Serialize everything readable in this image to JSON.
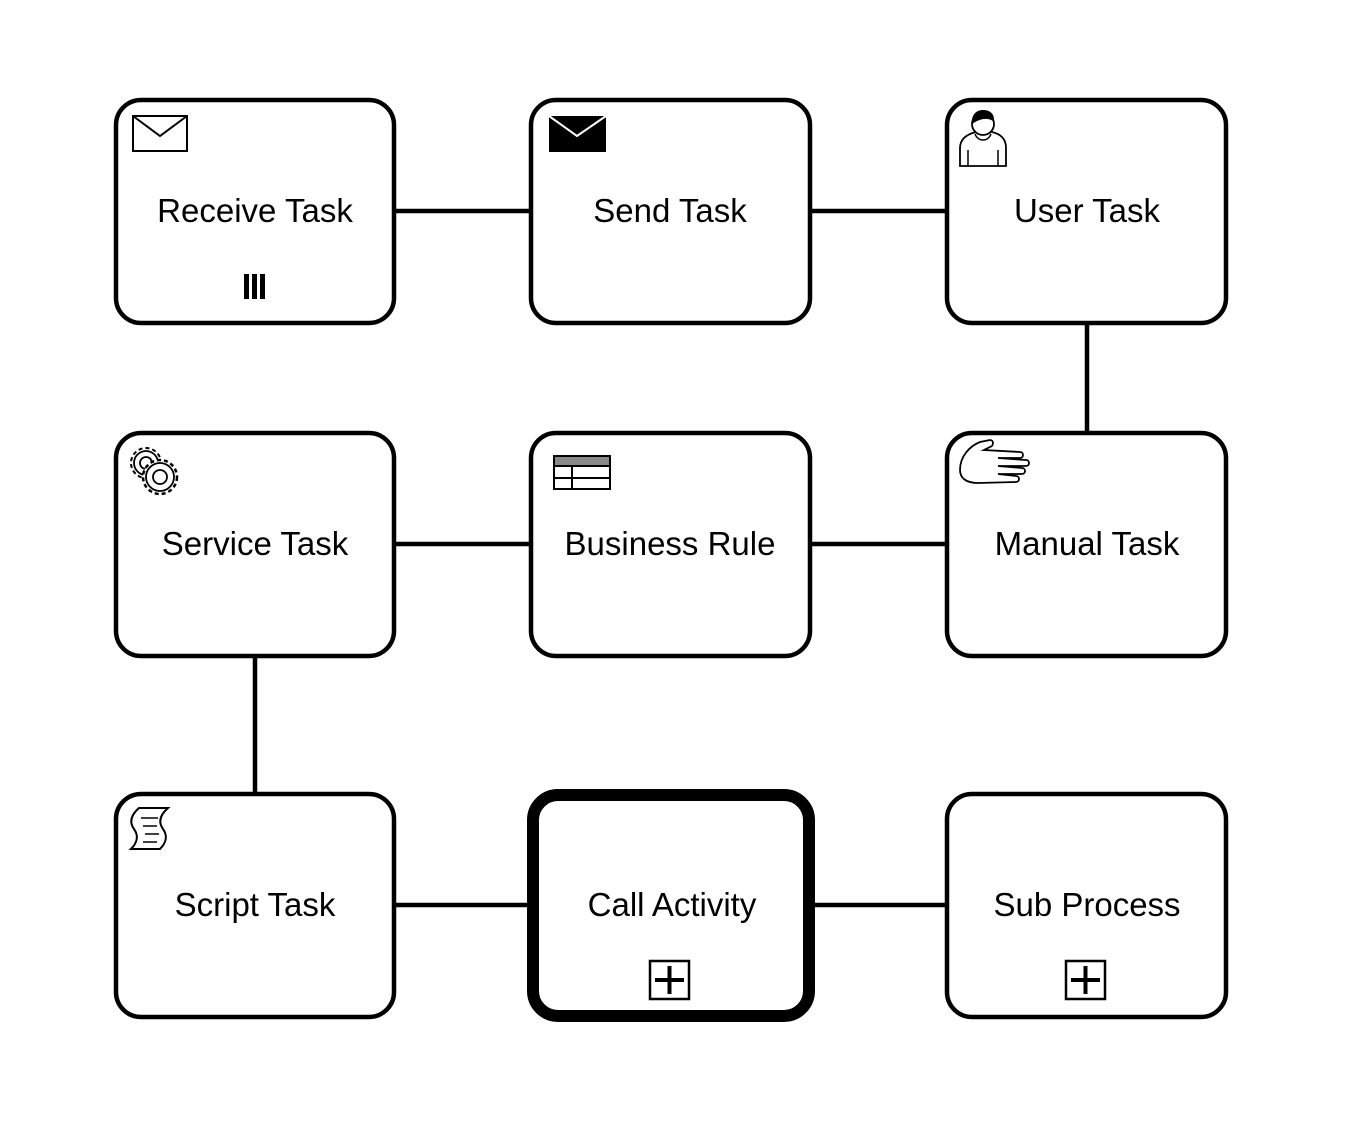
{
  "diagram": {
    "tasks": [
      {
        "id": "receive",
        "label": "Receive Task",
        "icon": "envelope-open-icon",
        "marker": "parallel-multi-instance-icon"
      },
      {
        "id": "send",
        "label": "Send Task",
        "icon": "envelope-filled-icon"
      },
      {
        "id": "user",
        "label": "User Task",
        "icon": "user-icon"
      },
      {
        "id": "service",
        "label": "Service Task",
        "icon": "gears-icon"
      },
      {
        "id": "business",
        "label": "Business Rule",
        "icon": "table-icon"
      },
      {
        "id": "manual",
        "label": "Manual Task",
        "icon": "hand-icon"
      },
      {
        "id": "script",
        "label": "Script Task",
        "icon": "script-icon"
      },
      {
        "id": "call",
        "label": "Call Activity",
        "marker": "collapsed-subprocess-icon"
      },
      {
        "id": "sub",
        "label": "Sub Process",
        "marker": "collapsed-subprocess-icon"
      }
    ],
    "connections": [
      [
        "receive",
        "send"
      ],
      [
        "send",
        "user"
      ],
      [
        "user",
        "manual"
      ],
      [
        "manual",
        "business"
      ],
      [
        "business",
        "service"
      ],
      [
        "service",
        "script"
      ],
      [
        "script",
        "call"
      ],
      [
        "call",
        "sub"
      ]
    ]
  }
}
